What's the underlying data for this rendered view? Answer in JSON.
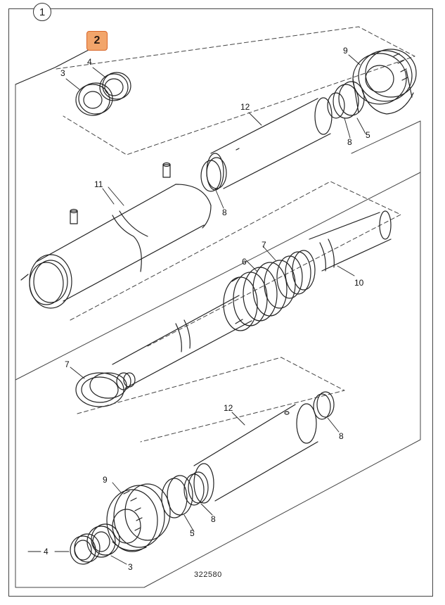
{
  "figure_number": "1",
  "highlight_callout": "2",
  "reference_number": "322580",
  "callouts": [
    {
      "id": "c3a",
      "text": "3"
    },
    {
      "id": "c4a",
      "text": "4"
    },
    {
      "id": "c9a",
      "text": "9"
    },
    {
      "id": "c12a",
      "text": "12"
    },
    {
      "id": "c8a",
      "text": "8"
    },
    {
      "id": "c5a",
      "text": "5"
    },
    {
      "id": "c11",
      "text": "11"
    },
    {
      "id": "c8b",
      "text": "8"
    },
    {
      "id": "c7a",
      "text": "7"
    },
    {
      "id": "c6",
      "text": "6"
    },
    {
      "id": "c10",
      "text": "10"
    },
    {
      "id": "c7b",
      "text": "7"
    },
    {
      "id": "c12b",
      "text": "12"
    },
    {
      "id": "c8c",
      "text": "8"
    },
    {
      "id": "c9b",
      "text": "9"
    },
    {
      "id": "c8d",
      "text": "8"
    },
    {
      "id": "c5b",
      "text": "5"
    },
    {
      "id": "c4b",
      "text": "4"
    },
    {
      "id": "c3b",
      "text": "3"
    }
  ]
}
